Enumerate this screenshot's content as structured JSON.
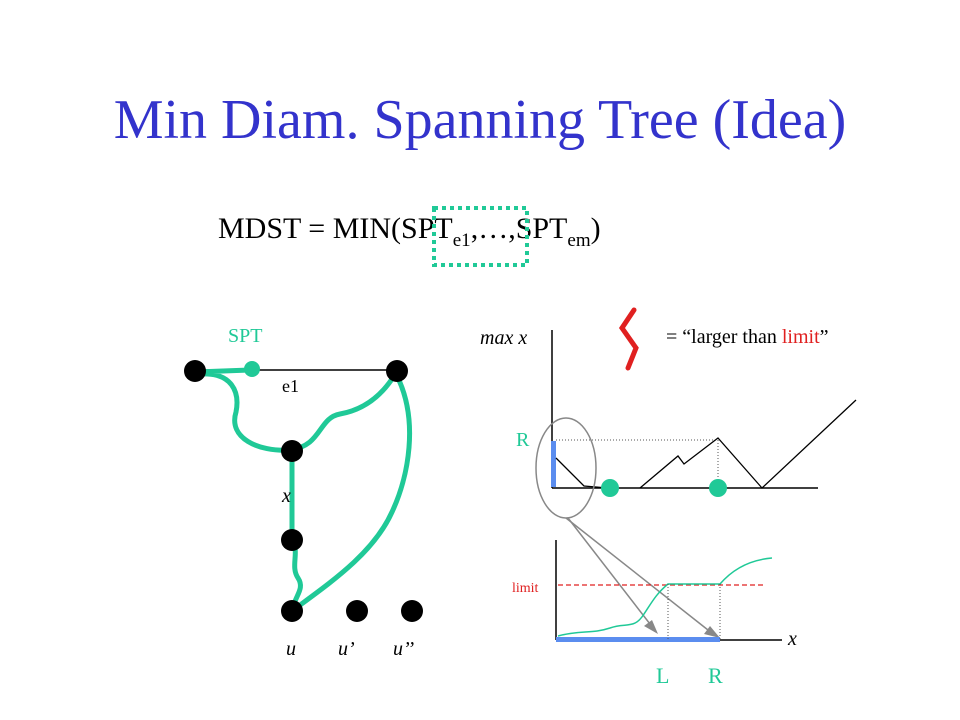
{
  "slide": {
    "title": "Min Diam. Spanning Tree (Idea)",
    "formula": {
      "lhs": "MDST = MIN(SPT",
      "sub1": "e1",
      "mid": ",…,SPT",
      "sub2": "em",
      "end": ")"
    }
  },
  "graph": {
    "spt_label": "SPT",
    "edge_label": "e1",
    "x_label": "x",
    "u_labels": [
      "u",
      "u’",
      "u’’"
    ]
  },
  "top_plot": {
    "ylabel": "max x",
    "r_label": "R"
  },
  "legend": {
    "text": "= “larger than ",
    "highlight": "limit",
    "close": "”"
  },
  "bottom_plot": {
    "limit_label": "limit",
    "xlabel": "x",
    "l_label": "L",
    "r_label": "R"
  },
  "colors": {
    "title": "#3333cc",
    "tree": "#20c997",
    "limit": "#e02020",
    "interval": "#5b8def"
  }
}
